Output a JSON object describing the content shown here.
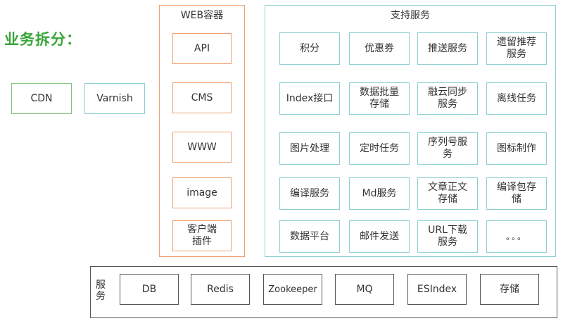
{
  "title": "业务拆分：",
  "edge": {
    "cdn": "CDN",
    "varnish": "Varnish"
  },
  "web_container": {
    "label": "WEB容器",
    "items": [
      "API",
      "CMS",
      "WWW",
      "image",
      "客户端插件"
    ]
  },
  "support_services": {
    "label": "支持服务",
    "items": [
      "积分",
      "优惠券",
      "推送服务",
      "遗留推荐服务",
      "Index接口",
      "数据批量存储",
      "融云同步服务",
      "离线任务",
      "图片处理",
      "定时任务",
      "序列号服务",
      "图标制作",
      "编译服务",
      "Md服务",
      "文章正文存储",
      "编译包存储",
      "数据平台",
      "邮件发送",
      "URL下载服务",
      "。。。"
    ]
  },
  "services": {
    "label": "服务",
    "items": [
      "DB",
      "Redis",
      "Zookeeper",
      "MQ",
      "ESIndex",
      "存储"
    ]
  },
  "colors": {
    "title": "#3aa63a",
    "green_border": "#7fc37f",
    "cyan_border": "#8ecfd3",
    "orange_border": "#f0a070",
    "dark_border": "#555555"
  }
}
